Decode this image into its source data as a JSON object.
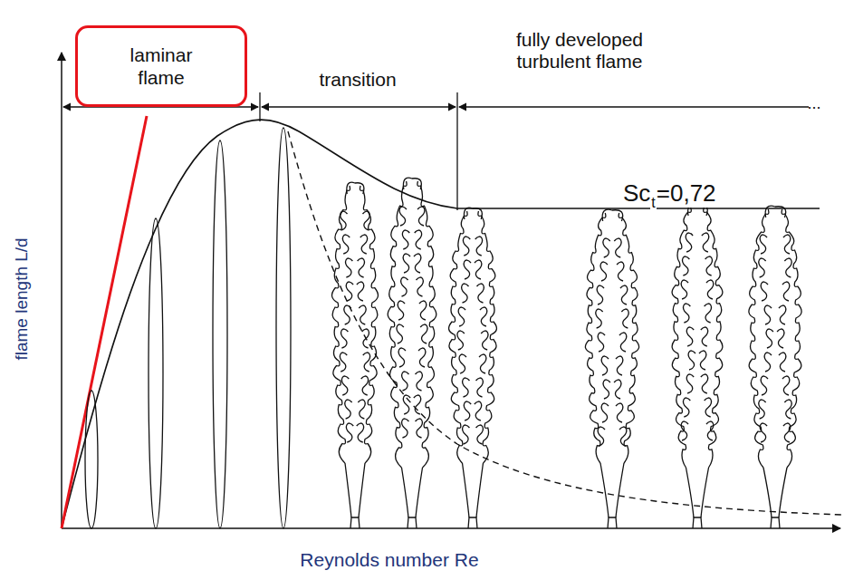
{
  "diagram": {
    "nodes": [
      {
        "text": [
          "laminar flame"
        ]
      }
    ],
    "labels": [
      "transition",
      "fully developed turbulent flame",
      "...",
      "Sc",
      "t",
      "=0,72",
      "flame length L/d",
      "Reynolds number Re"
    ]
  }
}
